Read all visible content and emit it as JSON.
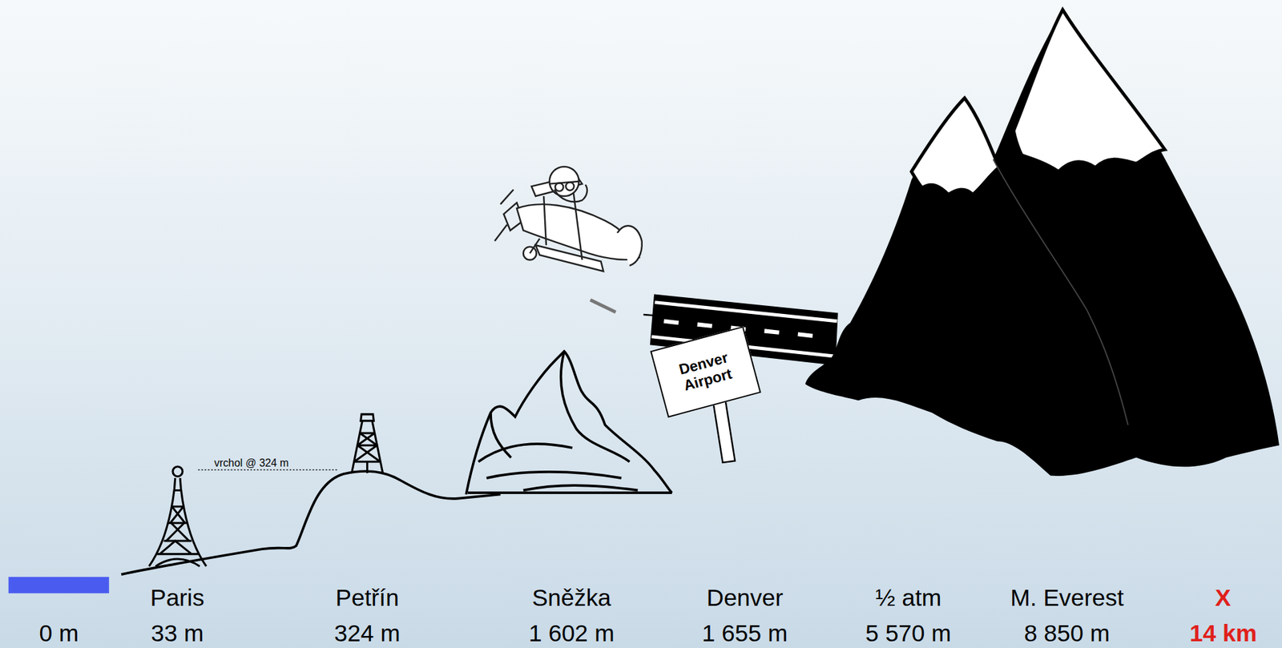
{
  "diagram": {
    "nodes": [
      {
        "text": [
          "Denver Airport"
        ]
      }
    ],
    "labels": [
      "vrchol @ 324 m",
      "0 m",
      "Paris",
      "33 m",
      "Petřín",
      "324 m",
      "Sněžka",
      "1 602 m",
      "Denver",
      "1 655 m",
      "½ atm",
      "5 570 m",
      "M. Everest",
      "8 850 m",
      "X",
      "14 km"
    ]
  }
}
